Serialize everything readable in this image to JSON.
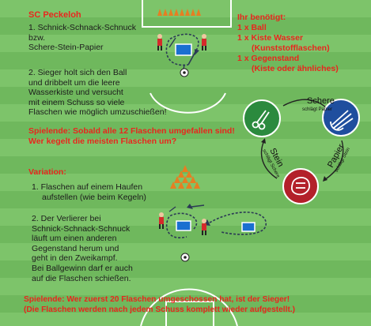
{
  "title": "SC Peckeloh",
  "steps1": [
    "1. Schnick-Schnack-Schnuck",
    "bzw.",
    "Schere-Stein-Papier"
  ],
  "steps2": [
    "2. Sieger holt sich den Ball",
    "und dribbelt um die leere",
    "Wasserkiste und versucht",
    "mit einem Schuss so viele",
    "Flaschen wie möglich umzuschießen!"
  ],
  "needs": {
    "heading": "Ihr benötigt:",
    "items": [
      "1 x Ball",
      "1 x Kiste Wasser",
      "(Kunststofflaschen)",
      "1 x Gegenstand",
      "(Kiste oder ähnliches)"
    ]
  },
  "end1": [
    "Spielende: Sobald alle 12 Flaschen umgefallen sind!",
    "Wer kegelt die meisten Flaschen um?"
  ],
  "variation": {
    "heading": "Variation:",
    "step1": [
      "1. Flaschen auf einem Haufen",
      "aufstellen (wie beim Kegeln)"
    ],
    "step2": [
      "2. Der Verlierer bei",
      "Schnick-Schnack-Schnuck",
      "läuft um einen  anderen",
      "Gegenstand herum und",
      "geht in den Zweikampf.",
      "Bei Ballgewinn darf er auch",
      "auf die Flaschen schießen."
    ]
  },
  "end2": [
    "Spielende: Wer zuerst 20 Flaschen umgeschossen hat, ist der Sieger!",
    "(Die Flaschen werden nach jedem Schuss komplett wieder aufgestellt.)"
  ],
  "rps": {
    "schere": "Schere",
    "schere_sub": "schlägt Papier",
    "stein": "Stein",
    "stein_sub": "schlägt Schere",
    "papier": "Papier",
    "papier_sub": "schlägt Stein"
  },
  "colors": {
    "grass_light": "#7dc46a",
    "grass_dark": "#6fb85d",
    "red_text": "#e8261d",
    "scissors_circle": "#2b8a3e",
    "paper_circle": "#1f4e9e",
    "rock_circle": "#b3202a"
  },
  "icons": [
    "scissors-icon",
    "paper-hand-icon",
    "rock-fist-icon",
    "ball-icon",
    "cone-icon",
    "player-icon",
    "goal-box-icon"
  ]
}
